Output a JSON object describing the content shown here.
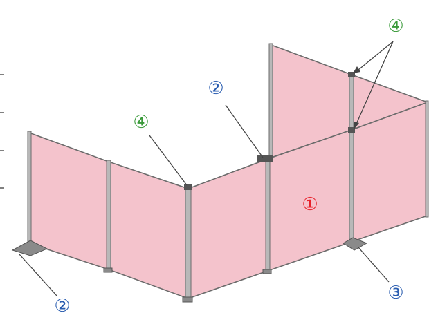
{
  "colors": {
    "panel_fill": "#f4c3cc",
    "panel_edge": "#6b6b6b",
    "post": "#9a9a9a",
    "leader": "#444444",
    "label_red": "#e8202a",
    "label_blue": "#2a5db0",
    "label_green": "#3a9a3a"
  },
  "labels": [
    {
      "text": "①",
      "color_key": "label_red"
    },
    {
      "text": "②",
      "color_key": "label_blue"
    },
    {
      "text": "②",
      "color_key": "label_blue"
    },
    {
      "text": "③",
      "color_key": "label_blue"
    },
    {
      "text": "④",
      "color_key": "label_green"
    },
    {
      "text": "④",
      "color_key": "label_green"
    }
  ]
}
